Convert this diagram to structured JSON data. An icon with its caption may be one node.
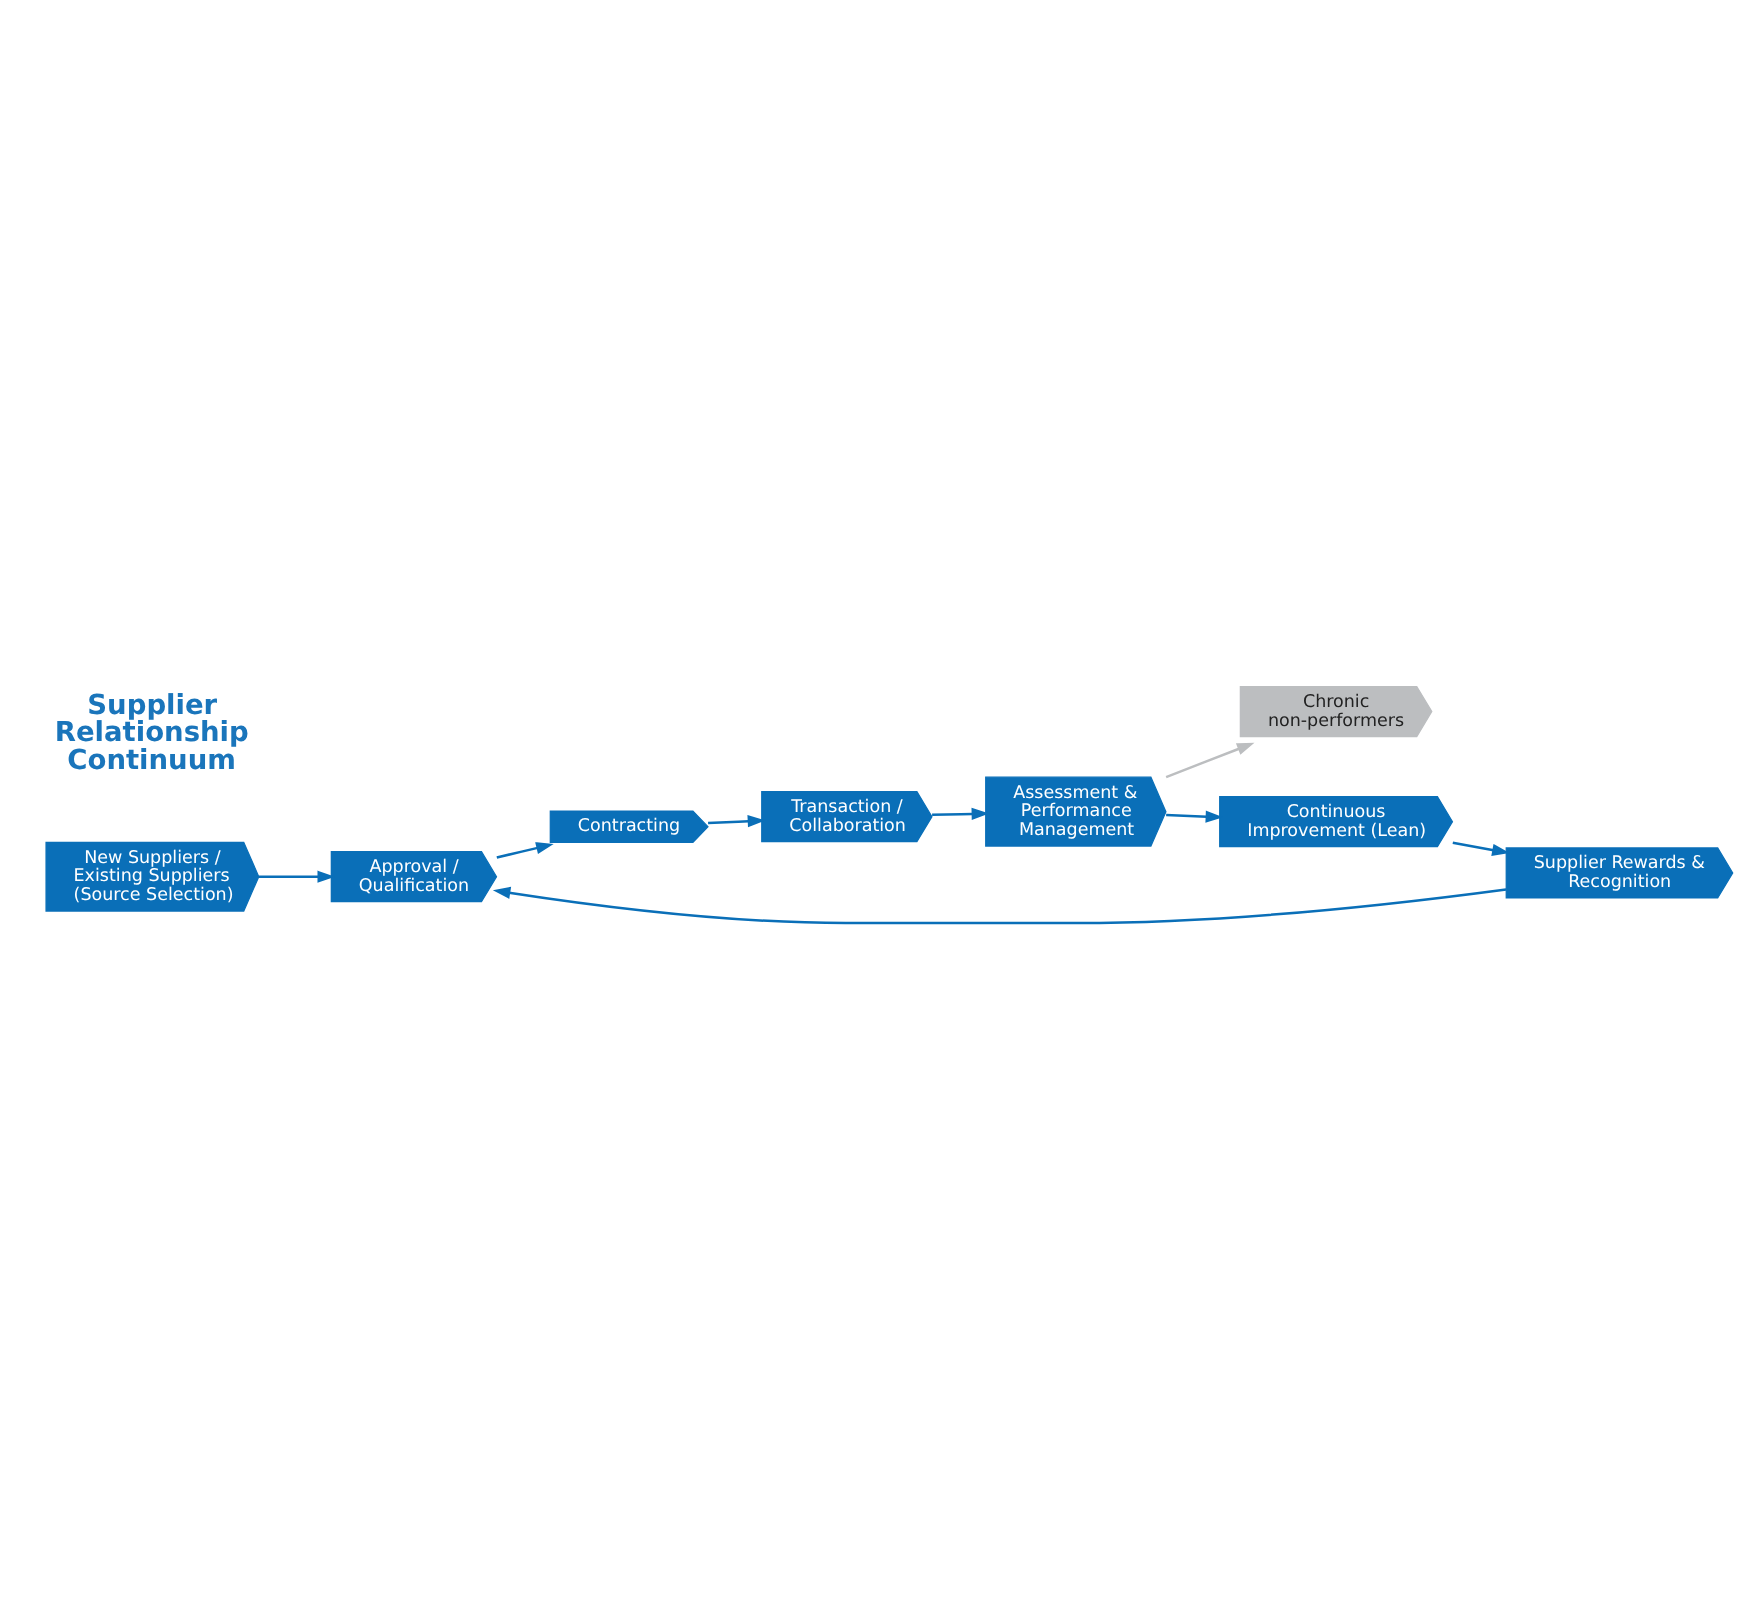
{
  "diagram": {
    "nodes": [
      {
        "text": [
          "New Suppliers / Existing Suppliers (Source Selection)"
        ]
      },
      {
        "text": [
          "Approval / Qualification"
        ]
      },
      {
        "text": [
          "Contracting"
        ]
      },
      {
        "text": [
          "Transaction / Collaboration"
        ]
      },
      {
        "text": [
          "Assessment & Performance Management"
        ]
      },
      {
        "text": [
          "Chronic non-performers"
        ]
      },
      {
        "text": [
          "Continuous Improvement (Lean)"
        ]
      },
      {
        "text": [
          "Supplier Rewards & Recognition"
        ]
      },
      {
        "text": [
          "Supplier Relationship Continuum"
        ]
      }
    ],
    "edges": [
      {
        "from": 0,
        "to": 1,
        "arrow": "to"
      },
      {
        "from": 1,
        "to": 2,
        "arrow": "to"
      },
      {
        "from": 2,
        "to": 3,
        "arrow": "to"
      },
      {
        "from": 3,
        "to": 4,
        "arrow": "to"
      },
      {
        "from": 4,
        "to": 6,
        "arrow": "to"
      },
      {
        "from": 6,
        "to": 7,
        "arrow": "to"
      },
      {
        "from": 7,
        "to": 1,
        "arrow": "to"
      },
      {
        "from": 4,
        "to": 5,
        "arrow": "to",
        "color": "#bcbec0"
      }
    ]
  }
}
